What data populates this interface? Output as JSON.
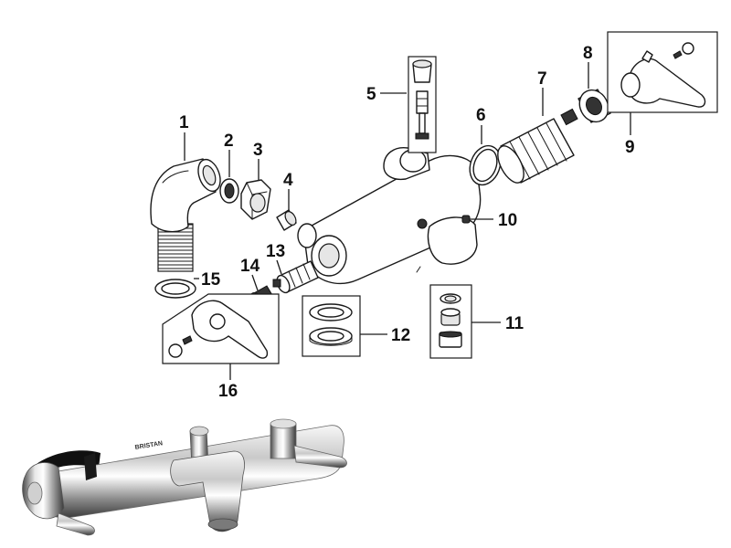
{
  "callouts": {
    "c1": "1",
    "c2": "2",
    "c3": "3",
    "c4": "4",
    "c5": "5",
    "c6": "6",
    "c7": "7",
    "c8": "8",
    "c9": "9",
    "c10": "10",
    "c11": "11",
    "c12": "12",
    "c13": "13",
    "c14": "14",
    "c15": "15",
    "c16": "16"
  },
  "product_photo": {
    "brand_mark": "BRISTAN"
  },
  "colors": {
    "line": "#1a1a1a",
    "chrome_light": "#f2f2f2",
    "chrome_dark": "#5a5a5a"
  }
}
